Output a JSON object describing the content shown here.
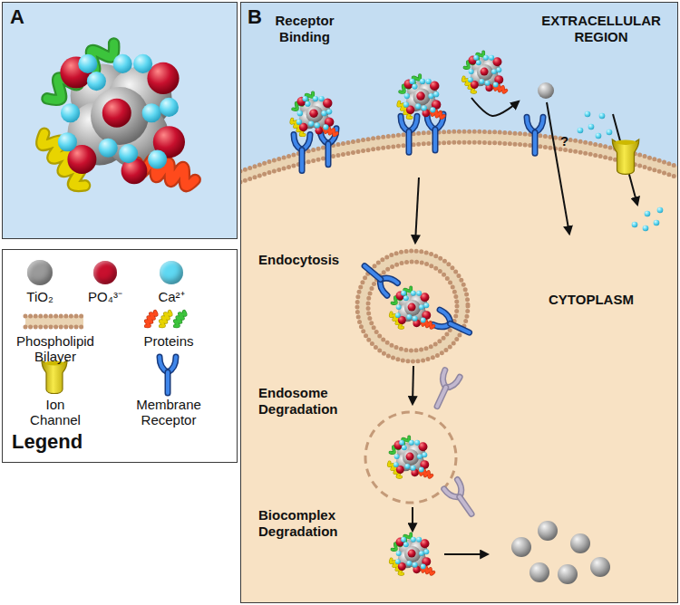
{
  "diagram": {
    "nodes": [
      {
        "text": [
          "A"
        ]
      },
      {
        "text": [
          "Legend"
        ]
      },
      {
        "text": [
          "B"
        ]
      }
    ],
    "labels": [
      "Receptor Binding",
      "EXTRACELLULAR REGION",
      "?",
      "Endocytosis",
      "CYTOPLASM",
      "Endosome Degradation",
      "Biocomplex Degradation"
    ],
    "legend": [
      {
        "text": "TiO₂",
        "color": "#9a9a9a"
      },
      {
        "text": "PO₄³⁻",
        "color": "#c8102e"
      },
      {
        "text": "Ca²⁺",
        "color": "#5fd8f2"
      },
      {
        "text": "Phospholipid Bilayer"
      },
      {
        "text": "Proteins"
      },
      {
        "text": "Ion Channel"
      },
      {
        "text": "Membrane Receptor"
      }
    ]
  }
}
